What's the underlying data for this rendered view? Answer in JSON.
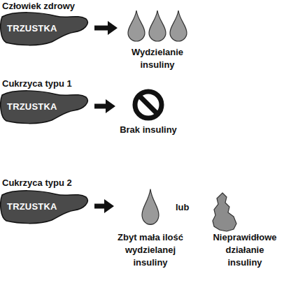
{
  "diagram": {
    "nodes": [
      {
        "text": [
          "TRZUSTKA"
        ]
      },
      {
        "text": [
          "Wydzielanie insuliny"
        ]
      },
      {
        "text": [
          "TRZUSTKA"
        ]
      },
      {
        "text": [
          "Brak insuliny"
        ]
      },
      {
        "text": [
          "TRZUSTKA"
        ]
      },
      {
        "text": [
          "Zbyt mała ilość wydzielanej insuliny"
        ]
      },
      {
        "text": [
          "Nieprawidłowe działanie insuliny"
        ]
      }
    ],
    "edges": [
      {
        "from": 0,
        "to": 1,
        "arrow": "to"
      },
      {
        "from": 2,
        "to": 3,
        "arrow": "to"
      },
      {
        "from": 4,
        "to": 5,
        "arrow": "to"
      }
    ],
    "labels": [
      "Człowiek zdrowy",
      "Cukrzyca typu 1",
      "Cukrzyca typu 2",
      "lub"
    ]
  }
}
